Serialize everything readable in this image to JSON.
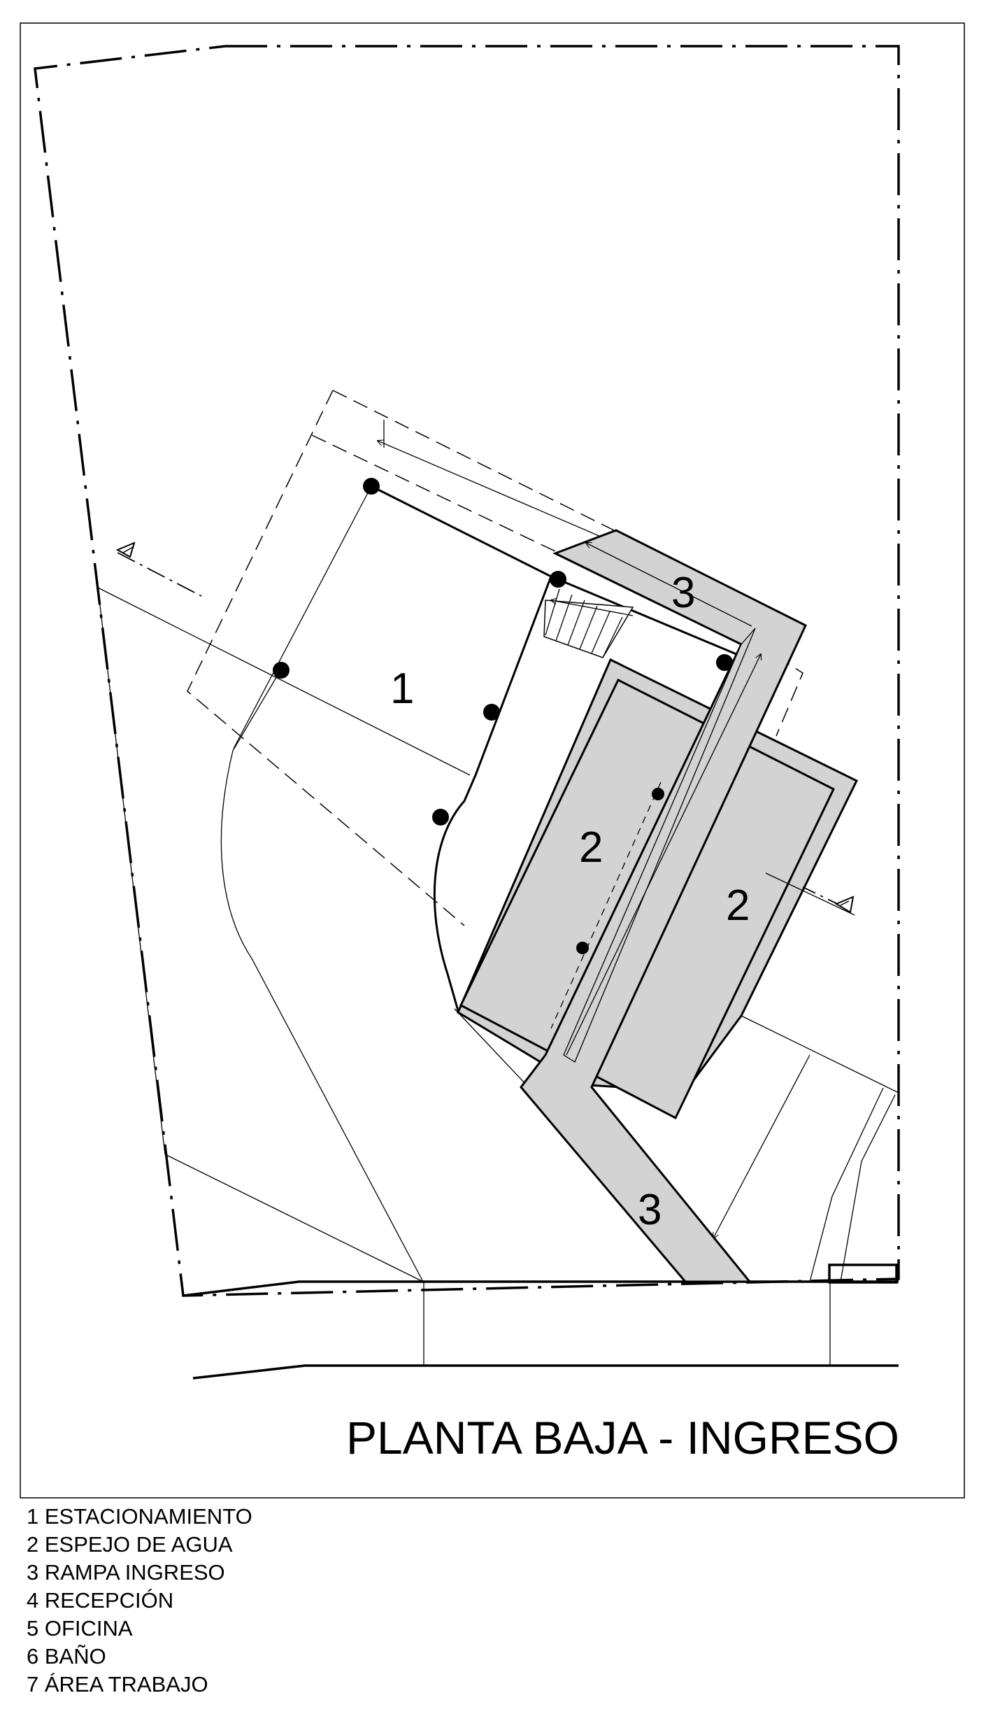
{
  "plan": {
    "title": "PLANTA BAJA - INGRESO",
    "labels": {
      "estacionamiento": "1",
      "espejo_agua_left": "2",
      "espejo_agua_right": "2",
      "rampa_top": "3",
      "rampa_bottom": "3"
    },
    "colors": {
      "line": "#000000",
      "fill_gray": "#d3d3d3"
    }
  },
  "legend": {
    "items": [
      "1 ESTACIONAMIENTO",
      "2 ESPEJO DE AGUA",
      "3 RAMPA INGRESO",
      "4 RECEPCIÓN",
      "5 OFICINA",
      "6 BAÑO",
      "7 ÁREA TRABAJO"
    ]
  }
}
